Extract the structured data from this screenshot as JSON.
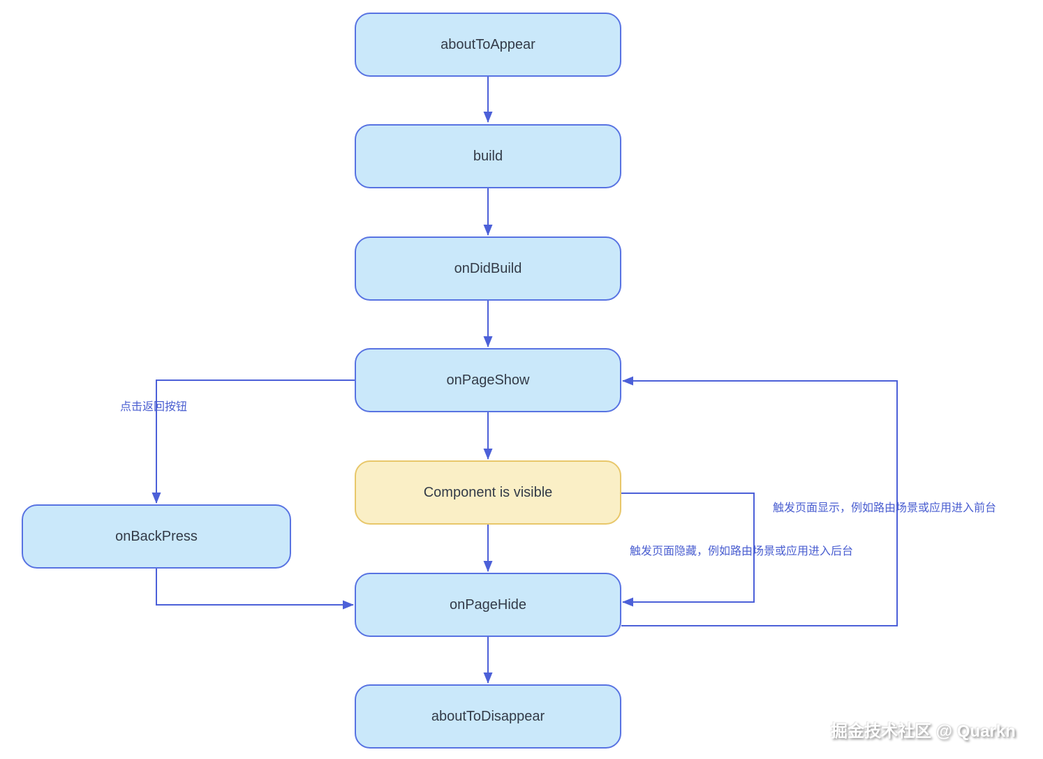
{
  "nodes": {
    "aboutToAppear": {
      "label": "aboutToAppear"
    },
    "build": {
      "label": "build"
    },
    "onDidBuild": {
      "label": "onDidBuild"
    },
    "onPageShow": {
      "label": "onPageShow"
    },
    "componentVisible": {
      "label": "Component is visible"
    },
    "onBackPress": {
      "label": "onBackPress"
    },
    "onPageHide": {
      "label": "onPageHide"
    },
    "aboutToDisappear": {
      "label": "aboutToDisappear"
    }
  },
  "edge_labels": {
    "back": "点击返回按钮",
    "show": "触发页面显示，例如路由场景或应用进入前台",
    "hide": "触发页面隐藏，例如路由场景或应用进入后台"
  },
  "edges": [
    {
      "from": "aboutToAppear",
      "to": "build"
    },
    {
      "from": "build",
      "to": "onDidBuild"
    },
    {
      "from": "onDidBuild",
      "to": "onPageShow"
    },
    {
      "from": "onPageShow",
      "to": "componentVisible"
    },
    {
      "from": "onPageShow",
      "to": "onBackPress",
      "label": "点击返回按钮"
    },
    {
      "from": "onBackPress",
      "to": "onPageHide"
    },
    {
      "from": "componentVisible",
      "to": "onPageHide",
      "label": "触发页面隐藏，例如路由场景或应用进入后台"
    },
    {
      "from": "onPageHide",
      "to": "onPageShow",
      "label": "触发页面显示，例如路由场景或应用进入前台"
    },
    {
      "from": "componentVisible",
      "to": "onPageHide"
    },
    {
      "from": "onPageHide",
      "to": "aboutToDisappear"
    }
  ],
  "watermark": "掘金技术社区 @ Quarkn",
  "colors": {
    "blue_fill": "#cae8fa",
    "blue_border": "#5873e2",
    "yellow_fill": "#faefc6",
    "yellow_border": "#e8c76a",
    "line": "#4c60d8",
    "label_text": "#4a5ed0",
    "node_text": "#333b48"
  }
}
